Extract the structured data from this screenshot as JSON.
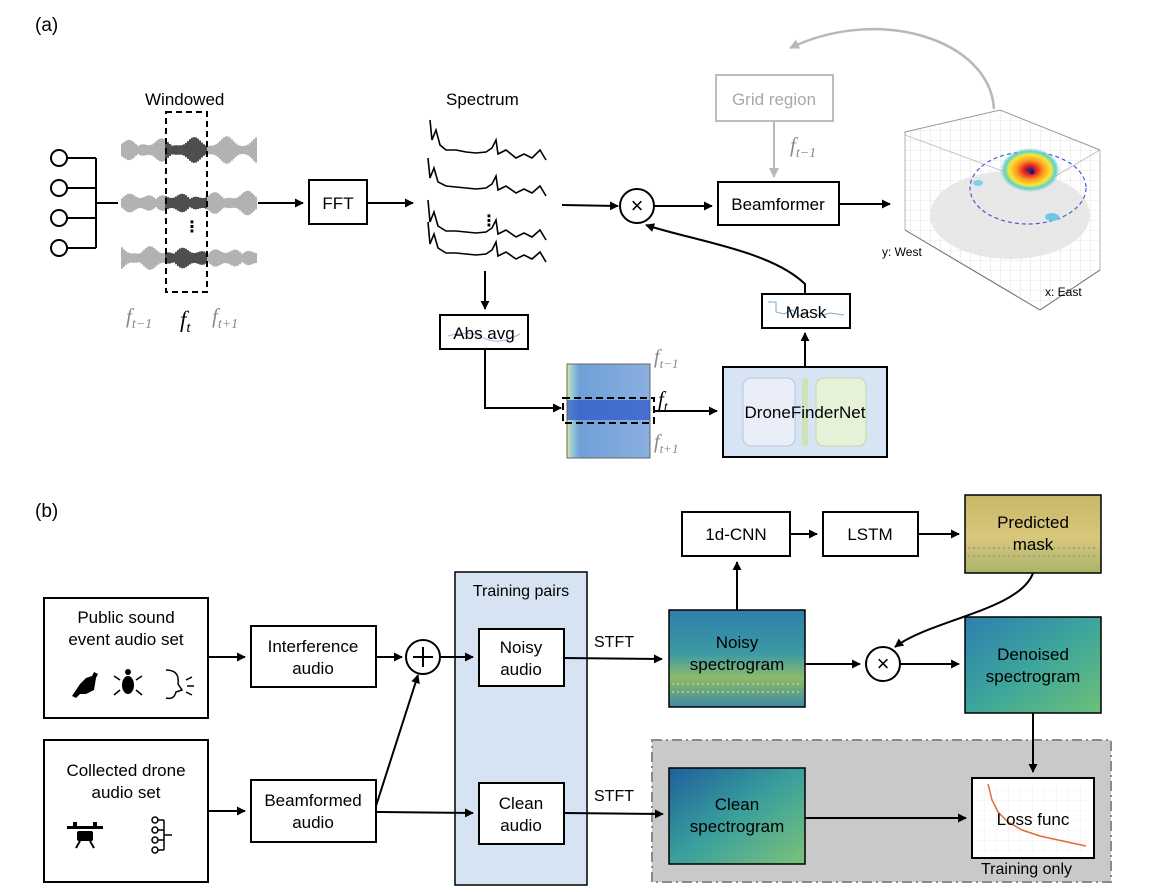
{
  "panel_a": {
    "label": "(a)",
    "windowed_title": "Windowed",
    "spectrum_title": "Spectrum",
    "frame_prev": "f",
    "frame_prev_sub": "t−1",
    "frame_cur": "f",
    "frame_cur_sub": "t",
    "frame_next": "f",
    "frame_next_sub": "t+1",
    "fft": "FFT",
    "grid_region": "Grid region",
    "beamformer": "Beamformer",
    "abs_avg": "Abs avg",
    "mask": "Mask",
    "dronefindernet": "DroneFinderNet",
    "multiply": "×",
    "y_axis": "y: West",
    "x_axis": "x: East"
  },
  "panel_b": {
    "label": "(b)",
    "public_set_line1": "Public sound",
    "public_set_line2": "event audio set",
    "collected_set_line1": "Collected drone",
    "collected_set_line2": "audio set",
    "interference_line1": "Interference",
    "interference_line2": "audio",
    "beamformed_line1": "Beamformed",
    "beamformed_line2": "audio",
    "training_pairs": "Training pairs",
    "noisy_audio_line1": "Noisy",
    "noisy_audio_line2": "audio",
    "clean_audio_line1": "Clean",
    "clean_audio_line2": "audio",
    "stft_top": "STFT",
    "stft_bottom": "STFT",
    "cnn": "1d-CNN",
    "lstm": "LSTM",
    "predicted_line1": "Predicted",
    "predicted_line2": "mask",
    "noisy_spec_line1": "Noisy",
    "noisy_spec_line2": "spectrogram",
    "denoised_line1": "Denoised",
    "denoised_line2": "spectrogram",
    "clean_spec_line1": "Clean",
    "clean_spec_line2": "spectrogram",
    "loss": "Loss func",
    "training_only": "Training only"
  }
}
